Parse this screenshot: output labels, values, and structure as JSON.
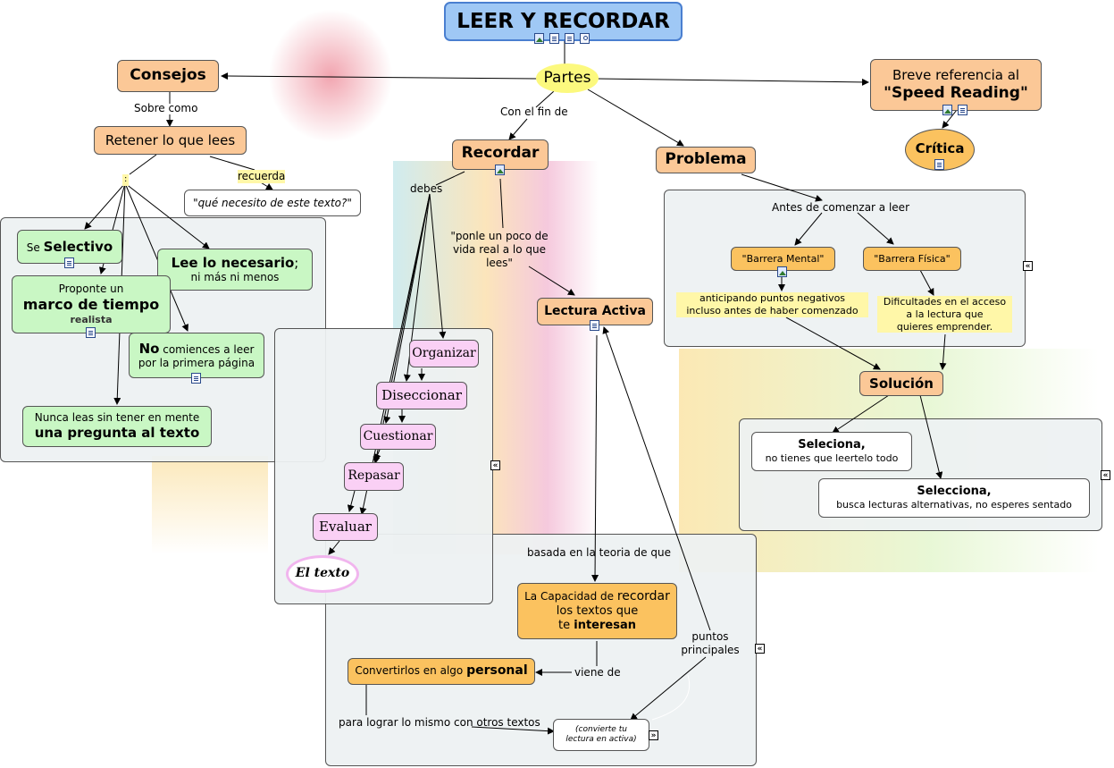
{
  "title": "LEER Y RECORDAR",
  "nodes": {
    "partes": "Partes",
    "consejos": "Consejos",
    "retener": "Retener lo que lees",
    "recordar": "Recordar",
    "problema": "Problema",
    "breve_line1": "Breve referencia al",
    "breve_line2": "\"Speed Reading\"",
    "critica": "Crítica",
    "que_necesito": "\"qué necesito de este texto?\"",
    "selectivo_pre": "Se ",
    "selectivo_bold": "Selectivo",
    "lee_bold": "Lee lo necesario",
    "lee_semicolon": ";",
    "lee_line2": "ni más ni menos",
    "proponte_line1": "Proponte un",
    "proponte_bold": "marco de tiempo",
    "proponte_line3": "realista",
    "no_bold": "No",
    "no_rest": " comiences a leer",
    "no_line2": "por la primera página",
    "nunca_line1": "Nunca leas sin tener en mente",
    "nunca_bold": "una pregunta al texto",
    "organizar": "Organizar",
    "diseccionar": "Diseccionar",
    "cuestionar": "Cuestionar",
    "repasar": "Repasar",
    "evaluar": "Evaluar",
    "el_texto": "El texto",
    "lectura_activa": "Lectura Activa",
    "ponle": "\"ponle un poco de\nvida real a lo que\nlees\"",
    "antes": "Antes de comenzar a leer",
    "barrera_mental": "\"Barrera Mental\"",
    "barrera_fisica": "\"Barrera Física\"",
    "anticipando": "anticipando puntos negativos\nincluso antes de haber comenzado",
    "dificultades": "Dificultades en el acceso\na la lectura que\nquieres emprender.",
    "solucion": "Solución",
    "seleciona_bold": "Seleciona,",
    "seleciona_line2": "no tienes que leertelo todo",
    "selecciona_bold": "Selecciona,",
    "selecciona_line2": "busca lecturas alternativas, no esperes sentado",
    "basada": "basada en la teoria de que",
    "capacidad_pre": "La Capacidad de ",
    "capacidad_rec": "recordar",
    "capacidad_line2": "los textos que",
    "capacidad_te": "te ",
    "capacidad_bold": "interesan",
    "convertirlos_pre": "Convertirlos en algo ",
    "convertirlos_bold": "personal",
    "viene_de": "viene de",
    "puntos": "puntos\nprincipales",
    "para_lograr": "para lograr lo mismo con otros textos",
    "convierte": "(convierte tu\nlectura en activa)"
  },
  "link_labels": {
    "sobre_como": "Sobre como",
    "con_el_fin": "Con el fin de",
    "recuerda": "recuerda",
    "debes": "debes",
    "colon": ":"
  },
  "colors": {
    "title_bg": "#9fc8f5",
    "orange_node": "#fbc897",
    "green_node": "#c9f7c4",
    "pink_node": "#fad0f5",
    "gold_node": "#fbc25f",
    "panel": "#eef2f3",
    "highlight": "#fff7a8"
  },
  "icons": [
    "image-icon",
    "document-icon",
    "map-icon",
    "expand-icon",
    "collapse-icon"
  ]
}
